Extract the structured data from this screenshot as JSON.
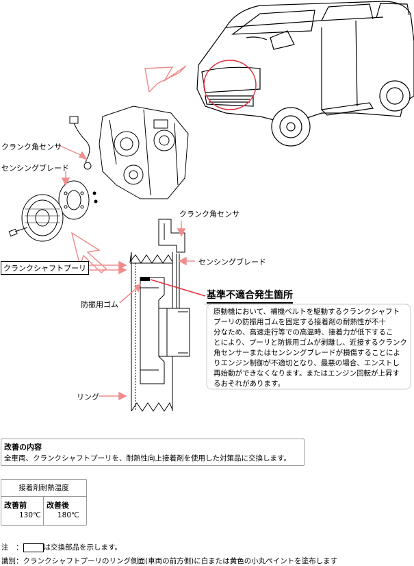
{
  "labels": {
    "crank_sensor_top": "クランク角センサ",
    "sensing_blade_top": "センシングブレード",
    "crank_pulley": "クランクシャフトプーリ",
    "crank_sensor_detail": "クランク角センサ",
    "sensing_blade_detail": "センシングブレード",
    "rubber": "防振用ゴム",
    "ring": "リング"
  },
  "issue": {
    "title": "基準不適合発生箇所",
    "description_lines": [
      "原動機において、補機ベルトを駆動するクランクシャフト",
      "プーリの防振用ゴムを固定する接着剤の耐熱性が不十",
      "分なため、高速走行等での高温時、接着力が低下するこ",
      "とにより、プーリと防振用ゴムが剥離し、近接するクランク",
      "角センサーまたはセンシングブレードが損傷することによ",
      "りエンジン制御が不適切となり、最悪の場合、エンストし",
      "再始動ができなくなります。またはエンジン回転が上昇す",
      "るおそれがあります。"
    ]
  },
  "improvement": {
    "heading": "改善の内容",
    "text": "全車両、クランクシャフトプーリを、耐熱性向上接着剤を使用した対策品に交換します。"
  },
  "temperature": {
    "title": "接着剤耐熱温度",
    "before_label": "改善前",
    "before_value": "130℃",
    "after_label": "改善後",
    "after_value": "180℃"
  },
  "notes": {
    "note_prefix": "注　：",
    "note_text": "は交換部品を示します。",
    "id_text": "識別：クランクシャフトプーリのリング側面(車両の前方側)に白または黄色の小丸ペイントを塗布します"
  },
  "colors": {
    "arrow_pink": "#f08c8c",
    "highlight_red": "#e0303a",
    "line_gray": "#999999"
  }
}
